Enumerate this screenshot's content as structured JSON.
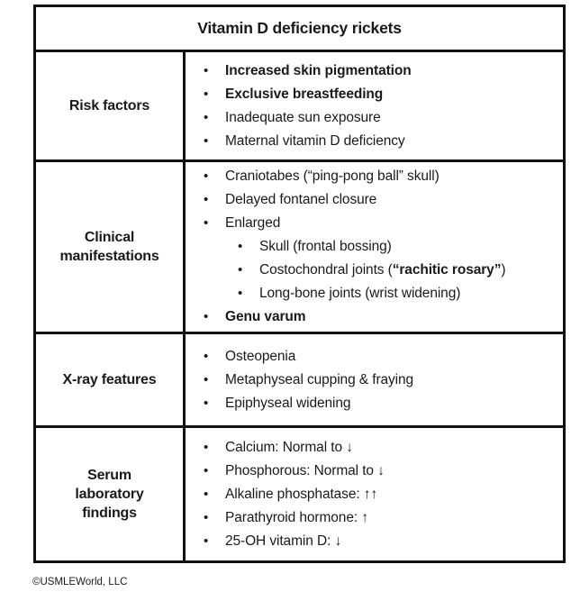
{
  "colors": {
    "ink": "#1a1a1a",
    "line": "#111111",
    "background": "#ffffff"
  },
  "glyphs": {
    "bullet": "•"
  },
  "table": {
    "title": "Vitamin D deficiency rickets",
    "rows": [
      {
        "label": "Risk factors",
        "items": [
          {
            "level": 1,
            "segments": [
              {
                "t": "Increased skin pigmentation",
                "b": true
              }
            ]
          },
          {
            "level": 1,
            "segments": [
              {
                "t": "Exclusive breastfeeding",
                "b": true
              }
            ]
          },
          {
            "level": 1,
            "segments": [
              {
                "t": "Inadequate sun exposure",
                "b": false
              }
            ]
          },
          {
            "level": 1,
            "segments": [
              {
                "t": "Maternal vitamin D deficiency",
                "b": false
              }
            ]
          }
        ]
      },
      {
        "label": "Clinical manifestations",
        "items": [
          {
            "level": 1,
            "segments": [
              {
                "t": "Craniotabes (“ping-pong ball” skull)",
                "b": false
              }
            ]
          },
          {
            "level": 1,
            "segments": [
              {
                "t": "Delayed fontanel closure",
                "b": false
              }
            ]
          },
          {
            "level": 1,
            "segments": [
              {
                "t": "Enlarged",
                "b": false
              }
            ]
          },
          {
            "level": 2,
            "segments": [
              {
                "t": "Skull (frontal bossing)",
                "b": false
              }
            ]
          },
          {
            "level": 2,
            "segments": [
              {
                "t": "Costochondral joints (",
                "b": false
              },
              {
                "t": "“rachitic rosary”",
                "b": true
              },
              {
                "t": ")",
                "b": false
              }
            ]
          },
          {
            "level": 2,
            "segments": [
              {
                "t": "Long-bone joints (wrist widening)",
                "b": false
              }
            ]
          },
          {
            "level": 1,
            "segments": [
              {
                "t": "Genu varum",
                "b": true
              }
            ]
          }
        ]
      },
      {
        "label": "X-ray features",
        "items": [
          {
            "level": 1,
            "segments": [
              {
                "t": "Osteopenia",
                "b": false
              }
            ]
          },
          {
            "level": 1,
            "segments": [
              {
                "t": "Metaphyseal cupping & fraying",
                "b": false
              }
            ]
          },
          {
            "level": 1,
            "segments": [
              {
                "t": "Epiphyseal widening",
                "b": false
              }
            ]
          }
        ]
      },
      {
        "label": "Serum laboratory findings",
        "items": [
          {
            "level": 1,
            "segments": [
              {
                "t": "Calcium: Normal to ",
                "b": false
              },
              {
                "t": "↓",
                "b": true
              }
            ]
          },
          {
            "level": 1,
            "segments": [
              {
                "t": "Phosphorous: Normal to ",
                "b": false
              },
              {
                "t": "↓",
                "b": true
              }
            ]
          },
          {
            "level": 1,
            "segments": [
              {
                "t": "Alkaline phosphatase: ",
                "b": false
              },
              {
                "t": "↑↑",
                "b": true
              }
            ]
          },
          {
            "level": 1,
            "segments": [
              {
                "t": "Parathyroid hormone: ",
                "b": false
              },
              {
                "t": "↑",
                "b": true
              }
            ]
          },
          {
            "level": 1,
            "segments": [
              {
                "t": "25-OH vitamin D: ",
                "b": false
              },
              {
                "t": "↓",
                "b": true
              }
            ]
          }
        ]
      }
    ]
  },
  "footer": {
    "copyright": "©USMLEWorld, LLC"
  }
}
